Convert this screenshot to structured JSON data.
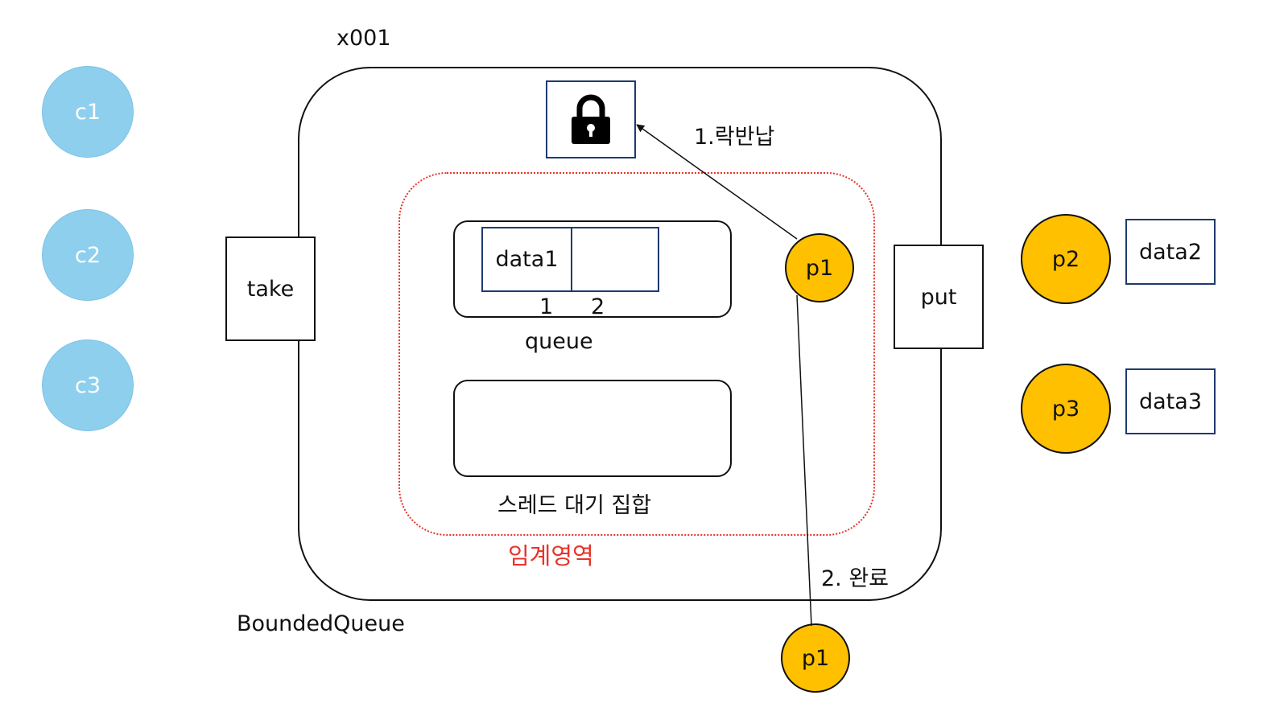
{
  "object_id": "x001",
  "container_label": "BoundedQueue",
  "critical_section_label": "임계영역",
  "methods": {
    "take": "take",
    "put": "put"
  },
  "queue": {
    "label": "queue",
    "slots": [
      "data1",
      ""
    ],
    "indices": [
      "1",
      "2"
    ]
  },
  "wait_set_label": "스레드 대기 집합",
  "lock_icon": "lock-icon",
  "consumers": [
    "c1",
    "c2",
    "c3"
  ],
  "producers_waiting": [
    {
      "name": "p2",
      "data": "data2"
    },
    {
      "name": "p3",
      "data": "data3"
    }
  ],
  "producer_in_section": "p1",
  "producer_done": "p1",
  "steps": {
    "release_lock": "1.락반납",
    "complete": "2. 완료"
  },
  "colors": {
    "consumer": "#8ecfee",
    "producer": "#ffc000",
    "critical_border": "#e8322a"
  }
}
